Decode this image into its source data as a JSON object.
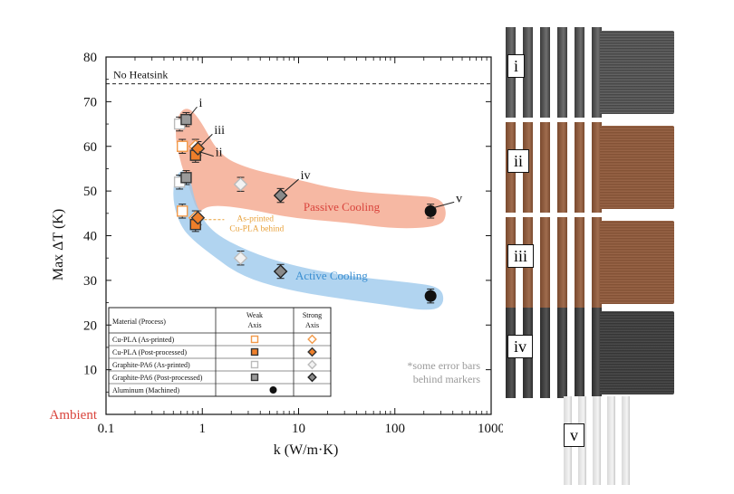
{
  "chart_data": {
    "type": "scatter",
    "xscale": "log",
    "xlim": [
      0.1,
      1000
    ],
    "ylim": [
      0,
      80
    ],
    "xlabel": "k (W/m·K)",
    "ylabel": "Max ΔT (K)",
    "xticks": [
      "0.1",
      "1",
      "10",
      "100",
      "1000"
    ],
    "yticks": [
      "10",
      "20",
      "30",
      "40",
      "50",
      "60",
      "70",
      "80"
    ],
    "ambient_label": "Ambient",
    "reference_line": {
      "y": 74,
      "label": "No Heatsink"
    },
    "regions": [
      {
        "label": "Passive Cooling",
        "color": "#f4a68c"
      },
      {
        "label": "Active Cooling",
        "color": "#9dc9ec"
      }
    ],
    "series": [
      {
        "name": "Cu-PLA (As-printed)",
        "axis": "Weak",
        "marker": "square",
        "fill": "#ffffff",
        "stroke": "#f29a4a",
        "points": [
          {
            "x": 0.62,
            "y": 60
          },
          {
            "x": 0.62,
            "y": 45.5
          }
        ]
      },
      {
        "name": "Cu-PLA (As-printed)",
        "axis": "Strong",
        "marker": "diamond",
        "fill": "#ffffff",
        "stroke": "#f29a4a",
        "points": [
          {
            "x": 0.85,
            "y": 60
          },
          {
            "x": 0.85,
            "y": 44
          }
        ]
      },
      {
        "name": "Cu-PLA (Post-processed)",
        "axis": "Weak",
        "marker": "square",
        "fill": "#ee7f2a",
        "stroke": "#333333",
        "points": [
          {
            "x": 0.85,
            "y": 58
          },
          {
            "x": 0.85,
            "y": 42.5
          }
        ]
      },
      {
        "name": "Cu-PLA (Post-processed)",
        "axis": "Strong",
        "marker": "diamond",
        "fill": "#ee7f2a",
        "stroke": "#333333",
        "points": [
          {
            "x": 0.9,
            "y": 59.5
          },
          {
            "x": 0.9,
            "y": 44
          }
        ]
      },
      {
        "name": "Graphite-PA6 (As-printed)",
        "axis": "Weak",
        "marker": "square",
        "fill": "#ffffff",
        "stroke": "#bbbbbb",
        "points": [
          {
            "x": 0.58,
            "y": 65
          },
          {
            "x": 0.58,
            "y": 52
          }
        ]
      },
      {
        "name": "Graphite-PA6 (As-printed)",
        "axis": "Strong",
        "marker": "diamond",
        "fill": "#f2f2f2",
        "stroke": "#bbbbbb",
        "points": [
          {
            "x": 2.5,
            "y": 51.5
          },
          {
            "x": 2.5,
            "y": 35
          }
        ]
      },
      {
        "name": "Graphite-PA6 (Post-processed)",
        "axis": "Weak",
        "marker": "square",
        "fill": "#9a9a9a",
        "stroke": "#333333",
        "points": [
          {
            "x": 0.68,
            "y": 66
          },
          {
            "x": 0.68,
            "y": 53
          }
        ]
      },
      {
        "name": "Graphite-PA6 (Post-processed)",
        "axis": "Strong",
        "marker": "diamond",
        "fill": "#8a8a8a",
        "stroke": "#222222",
        "points": [
          {
            "x": 6.5,
            "y": 49
          },
          {
            "x": 6.5,
            "y": 32
          }
        ]
      },
      {
        "name": "Aluminum (Machined)",
        "axis": "Single",
        "marker": "circle",
        "fill": "#111111",
        "stroke": "#111111",
        "points": [
          {
            "x": 235,
            "y": 45.5
          },
          {
            "x": 235,
            "y": 26.5
          }
        ]
      }
    ],
    "point_labels": [
      {
        "text": "i",
        "x": 0.68,
        "y": 66
      },
      {
        "text": "iii",
        "x": 0.9,
        "y": 59.5
      },
      {
        "text": "ii",
        "x": 0.85,
        "y": 58
      },
      {
        "text": "iv",
        "x": 6.5,
        "y": 49
      },
      {
        "text": "v",
        "x": 235,
        "y": 45.5
      }
    ],
    "annotations": [
      {
        "text": "As-printed",
        "color": "#e8a13a"
      },
      {
        "text": "Cu-PLA behind",
        "color": "#e8a13a"
      },
      {
        "text": "*some error bars",
        "color": "#9a9a9a"
      },
      {
        "text": "behind markers",
        "color": "#9a9a9a"
      }
    ],
    "legend": {
      "placement": "bottom-left",
      "headers": [
        "Material (Process)",
        "Weak",
        "Axis",
        "Strong",
        "Axis"
      ],
      "rows": [
        "Cu-PLA (As-printed)",
        "Cu-PLA (Post-processed)",
        "Graphite-PA6 (As-printed)",
        "Graphite-PA6 (Post-processed)",
        "Aluminum (Machined)"
      ]
    }
  },
  "photos": [
    {
      "label": "i"
    },
    {
      "label": "ii"
    },
    {
      "label": "iii"
    },
    {
      "label": "iv"
    },
    {
      "label": "v"
    }
  ]
}
